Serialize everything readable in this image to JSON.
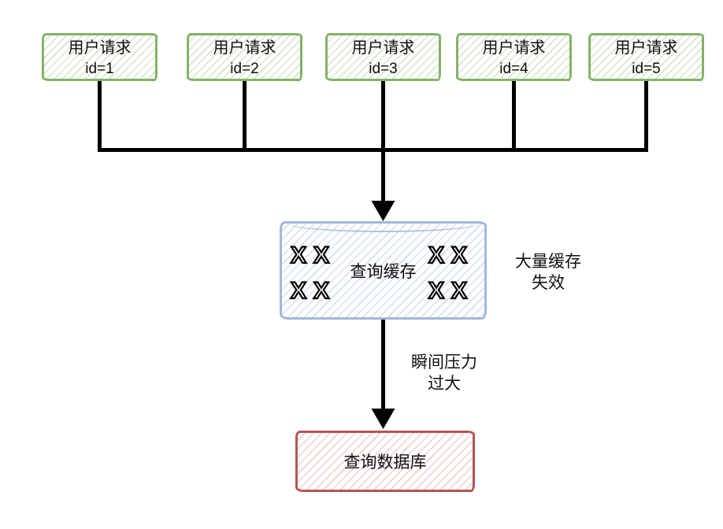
{
  "requests": [
    {
      "line1": "用户请求",
      "line2": "id=1"
    },
    {
      "line1": "用户请求",
      "line2": "id=2"
    },
    {
      "line1": "用户请求",
      "line2": "id=3"
    },
    {
      "line1": "用户请求",
      "line2": "id=4"
    },
    {
      "line1": "用户请求",
      "line2": "id=5"
    }
  ],
  "cache": {
    "label": "查询缓存",
    "fail_marks": [
      "XX",
      "XX",
      "XX",
      "XX"
    ]
  },
  "annotations": {
    "cache_fail": {
      "line1": "大量缓存",
      "line2": "失效"
    },
    "pressure": {
      "line1": "瞬间压力",
      "line2": "过大"
    }
  },
  "database": {
    "label": "查询数据库"
  },
  "colors": {
    "request_border": "#82b366",
    "request_hatch": "#d5e3cc",
    "cache_border": "#a2b8d8",
    "cache_hatch": "#d4deee",
    "db_border": "#b85450",
    "db_hatch": "#eecfcd",
    "connector": "#000000"
  }
}
